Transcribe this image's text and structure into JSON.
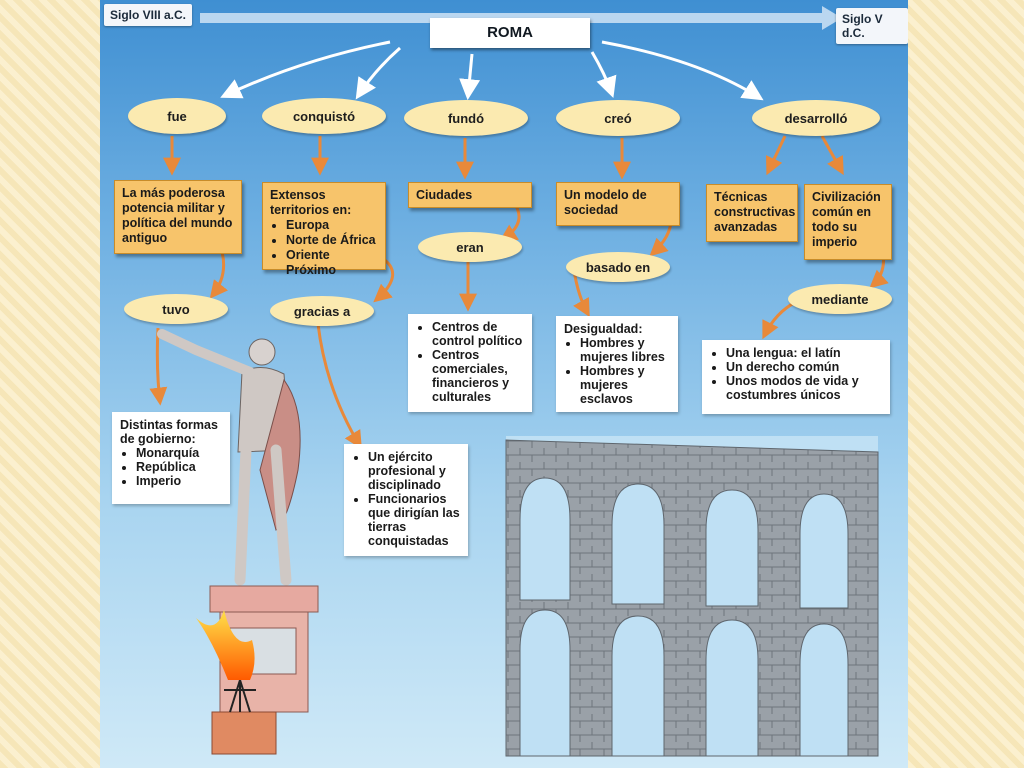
{
  "timeline": {
    "start": "Siglo VIII a.C.",
    "end": "Siglo V d.C."
  },
  "title": "ROMA",
  "verbs": {
    "fue": "fue",
    "conquisto": "conquistó",
    "fundo": "fundó",
    "creo": "creó",
    "desarrollo": "desarrolló"
  },
  "boxes": {
    "potencia": "La más poderosa potencia militar y política del mundo antiguo",
    "territorios": {
      "label": "Extensos territorios en:",
      "items": [
        "Europa",
        "Norte de África",
        "Oriente Próximo"
      ]
    },
    "ciudades": "Ciudades",
    "sociedad": "Un modelo de sociedad",
    "tecnicas": "Técnicas constructivas avanzadas",
    "civilizacion": "Civilización común en todo su imperio"
  },
  "connectors": {
    "tuvo": "tuvo",
    "gracias": "gracias a",
    "eran": "eran",
    "basado": "basado en",
    "mediante": "mediante"
  },
  "details": {
    "gobierno": {
      "label": "Distintas formas de gobierno:",
      "items": [
        "Monarquía",
        "República",
        "Imperio"
      ]
    },
    "ejercito": {
      "items": [
        "Un ejército profesional y disciplinado",
        "Funcionarios que dirigían las tierras conquistadas"
      ]
    },
    "centros": {
      "items": [
        "Centros de control político",
        "Centros comerciales, financieros y culturales"
      ]
    },
    "desigualdad": {
      "label": "Desigualdad:",
      "items": [
        "Hombres y mujeres libres",
        "Hombres y mujeres esclavos"
      ]
    },
    "civilizacion": {
      "items": [
        "Una lengua: el latín",
        "Un derecho común",
        "Unos modos de vida y costumbres únicos"
      ]
    }
  },
  "colors": {
    "arrow": "#e8893a",
    "box": "#f7c46b",
    "oval": "#fbeab0",
    "sky": "#6fb0e2"
  }
}
